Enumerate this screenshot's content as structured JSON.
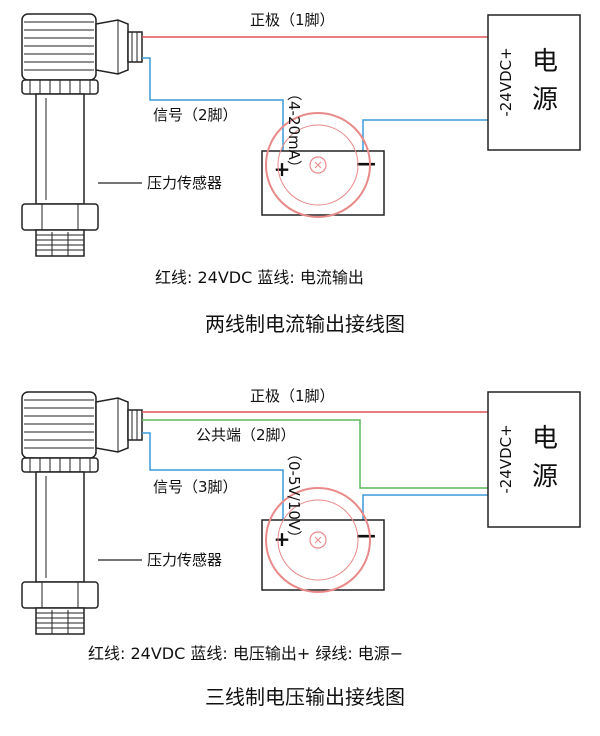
{
  "diagram1": {
    "positive_wire": "正极（1脚）",
    "signal_wire": "信号（2脚）",
    "sensor_label": "压力传感器",
    "range_label": "（4-20mA）",
    "supply_voltage": "-24VDC+",
    "supply_name_1": "电",
    "supply_name_2": "源",
    "meter_plus": "+",
    "meter_minus": "—",
    "legend": "红线:  24VDC    蓝线:  电流输出",
    "title": "两线制电流输出接线图"
  },
  "diagram2": {
    "positive_wire": "正极（1脚）",
    "common_wire": "公共端（2脚）",
    "signal_wire": "信号（3脚）",
    "sensor_label": "压力传感器",
    "range_label": "（0-5V/10V）",
    "supply_voltage": "-24VDC+",
    "supply_name_1": "电",
    "supply_name_2": "源",
    "meter_plus": "+",
    "meter_minus": "—",
    "legend": "红线:  24VDC   蓝线:  电压输出+   绿线:  电源−",
    "title": "三线制电压输出接线图"
  },
  "colors": {
    "red_wire": "#e0505a",
    "blue_wire": "#3a9ad8",
    "green_wire": "#5cb85c",
    "outline": "#222222",
    "stamp": "#e88a8a"
  }
}
